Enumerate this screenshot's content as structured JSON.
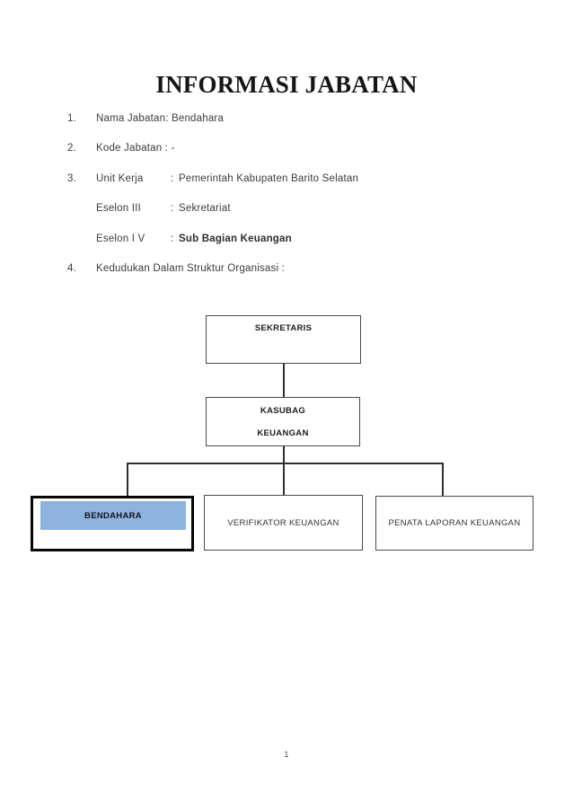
{
  "document": {
    "title": "INFORMASI JABATAN",
    "page_number": "1"
  },
  "items": [
    {
      "number": "1.",
      "text": "Nama Jabatan: Bendahara"
    },
    {
      "number": "2.",
      "text": "Kode Jabatan : -"
    },
    {
      "number": "3.",
      "label": "Unit Kerja",
      "separator": ":",
      "value": "Pemerintah Kabupaten Barito Selatan"
    },
    {
      "number": "",
      "label": "Eselon III",
      "separator": ":",
      "value": "Sekretariat"
    },
    {
      "number": "",
      "label": "Eselon I V",
      "separator": ":",
      "value": "Sub Bagian Keuangan"
    },
    {
      "number": "4.",
      "text": "Kedudukan Dalam Struktur Organisasi :"
    }
  ],
  "org_chart": {
    "sekretaris": {
      "label": "SEKRETARIS"
    },
    "kasubag": {
      "line1": "KASUBAG",
      "line2": "KEUANGAN"
    },
    "bendahara": {
      "label": "BENDAHARA",
      "highlight_color": "#8DB3DF"
    },
    "verifikator": {
      "label": "VERIFIKATOR KEUANGAN"
    },
    "penata": {
      "label": "PENATA LAPORAN KEUANGAN"
    }
  }
}
